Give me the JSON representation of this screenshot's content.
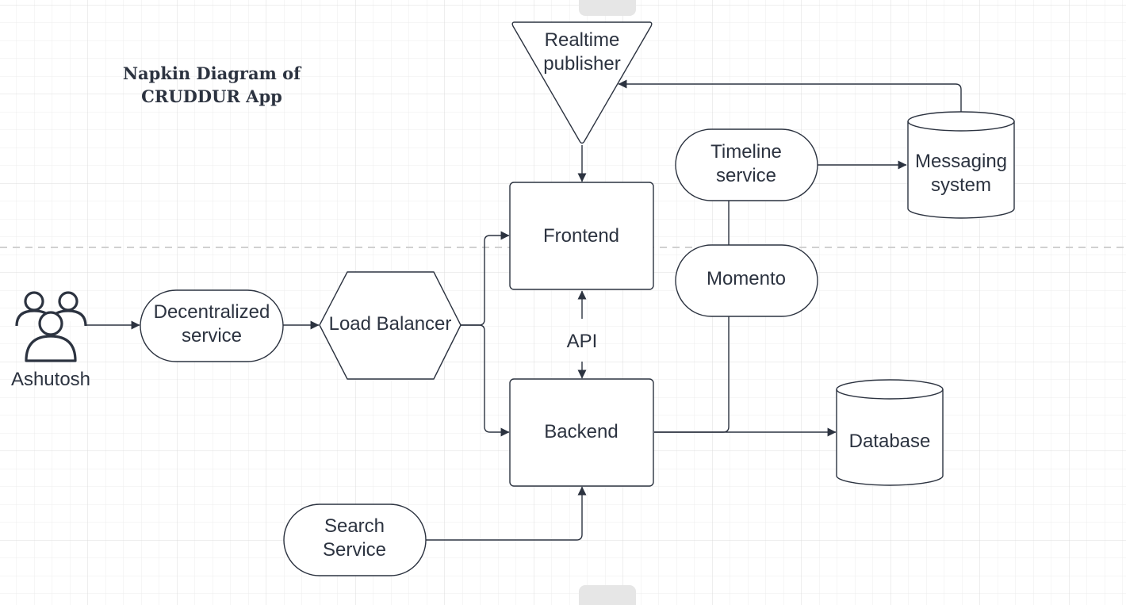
{
  "diagram": {
    "title_lines": [
      "Napkin Diagram of",
      "CRUDDUR App"
    ],
    "actor": {
      "label": "Ashutosh",
      "icon": "users-group-icon"
    },
    "nodes": {
      "realtime_publisher": {
        "lines": [
          "Realtime",
          "publisher"
        ]
      },
      "decentralized_service": {
        "lines": [
          "Decentralized",
          "service"
        ]
      },
      "load_balancer": {
        "lines": [
          "Load Balancer"
        ]
      },
      "frontend": {
        "lines": [
          "Frontend"
        ]
      },
      "backend": {
        "lines": [
          "Backend"
        ]
      },
      "timeline_service": {
        "lines": [
          "Timeline",
          "service"
        ]
      },
      "momento": {
        "lines": [
          "Momento"
        ]
      },
      "messaging_system": {
        "lines": [
          "Messaging",
          "system"
        ]
      },
      "database": {
        "lines": [
          "Database"
        ]
      },
      "search_service": {
        "lines": [
          "Search",
          "Service"
        ]
      }
    },
    "edge_labels": {
      "api": "API"
    }
  }
}
